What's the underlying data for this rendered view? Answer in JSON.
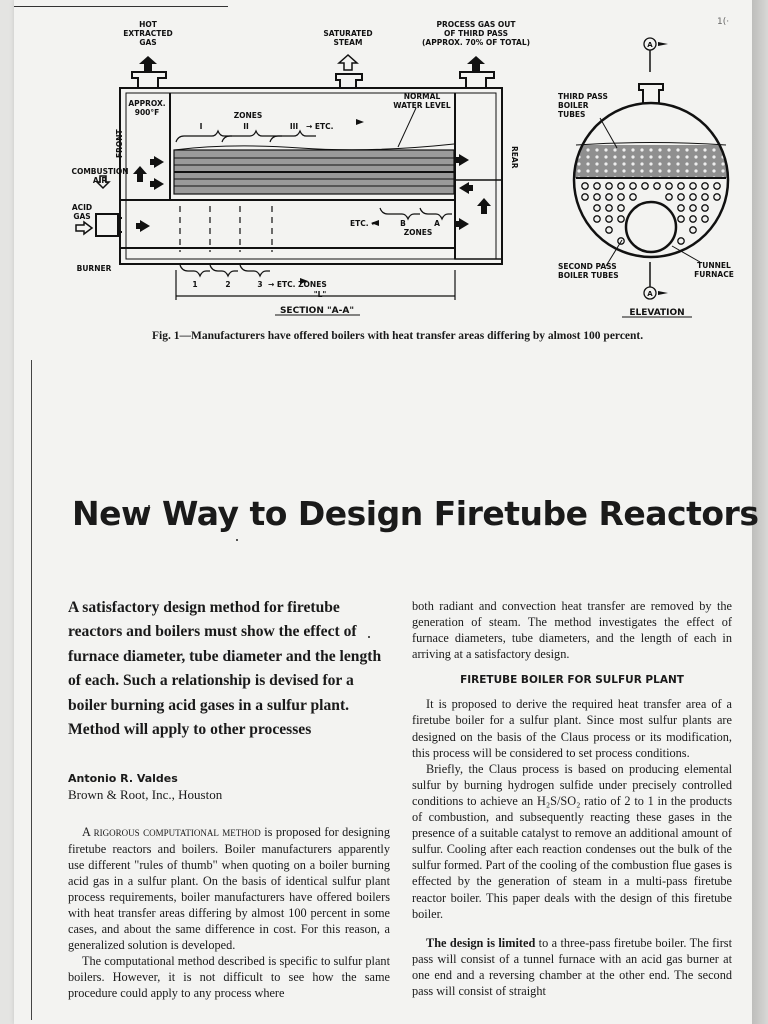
{
  "figure": {
    "labels": {
      "hot_extracted_gas": [
        "HOT",
        "EXTRACTED",
        "GAS"
      ],
      "saturated_steam": [
        "SATURATED",
        "STEAM"
      ],
      "process_gas_out": [
        "PROCESS GAS OUT",
        "OF THIRD PASS",
        "(APPROX. 70% OF TOTAL)"
      ],
      "approx_temp": [
        "APPROX.",
        "900°F"
      ],
      "zones": "ZONES",
      "zone_I": "I",
      "zone_II": "II",
      "zone_III": "III",
      "etc_arrow": "→ ETC.",
      "normal_water_level": [
        "NORMAL",
        "WATER LEVEL"
      ],
      "front": "FRONT",
      "rear": "REAR",
      "combustion_air": [
        "COMBUSTION",
        "AIR"
      ],
      "acid_gas": [
        "ACID",
        "GAS"
      ],
      "burner": "BURNER",
      "etc_left": "ETC. ←",
      "zone_B": "B",
      "zone_A": "A",
      "zones_lower": "ZONES",
      "l_zone_1": "1",
      "l_zone_2": "2",
      "l_zone_3": "3",
      "etc_zones": "→ ETC. ZONES",
      "l_label": "\"L\"",
      "section": "SECTION \"A-A\"",
      "third_pass": [
        "THIRD PASS",
        "BOILER",
        "TUBES"
      ],
      "second_pass": [
        "SECOND PASS",
        "BOILER TUBES"
      ],
      "tunnel_furnace": [
        "TUNNEL",
        "FURNACE"
      ],
      "section_marker": "A",
      "elevation": "ELEVATION"
    },
    "caption": "Fig. 1—Manufacturers have offered boilers with heat transfer areas differing by almost 100 percent."
  },
  "article": {
    "title": "New Way to Design Firetube Reactors",
    "deck": "A satisfactory design method for firetube reactors and boilers must show the effect of furnace diameter, tube diameter and the length of each. Such a relationship is devised for a boiler burning acid gases in a sulfur plant. Method will apply to other processes",
    "author": "Antonio R. Valdes",
    "affiliation": "Brown & Root, Inc., Houston",
    "p1_smallcaps": "A rigorous computational method",
    "p1_rest": " is proposed for designing firetube reactors and boilers. Boiler manufacturers apparently use different \"rules of thumb\" when quoting on a boiler burning acid gas in a sulfur plant. On the basis of identical sulfur plant process requirements, boiler manufacturers have offered boilers with heat transfer areas differing by almost 100 percent in some cases, and about the same difference in cost. For this reason, a generalized solution is developed.",
    "p2": "The computational method described is specific to sulfur plant boilers. However, it is not difficult to see how the same procedure could apply to any process where",
    "p3": "both radiant and convection heat transfer are removed by the generation of steam. The method investigates the effect of furnace diameters, tube diameters, and the length of each in arriving at a satisfactory design.",
    "subheading": "FIRETUBE BOILER FOR SULFUR PLANT",
    "p4": "It is proposed to derive the required heat transfer area of a firetube boiler for a sulfur plant. Since most sulfur plants are designed on the basis of the Claus process or its modification, this process will be considered to set process conditions.",
    "p5": "Briefly, the Claus process is based on producing elemental sulfur by burning hydrogen sulfide under precisely controlled conditions to achieve an H₂S/SO₂ ratio of 2 to 1 in the products of combustion, and subsequently reacting these gases in the presence of a suitable catalyst to remove an additional amount of sulfur. Cooling after each reaction condenses out the bulk of the sulfur formed. Part of the cooling of the combustion flue gases is effected by the generation of steam in a multi-pass firetube reactor boiler. This paper deals with the design of this firetube boiler.",
    "p6_lead": "The design is limited",
    "p6_rest": " to a three-pass firetube boiler. The first pass will consist of a tunnel furnace with an acid gas burner at one end and a reversing chamber at the other end. The second pass will consist of straight"
  }
}
